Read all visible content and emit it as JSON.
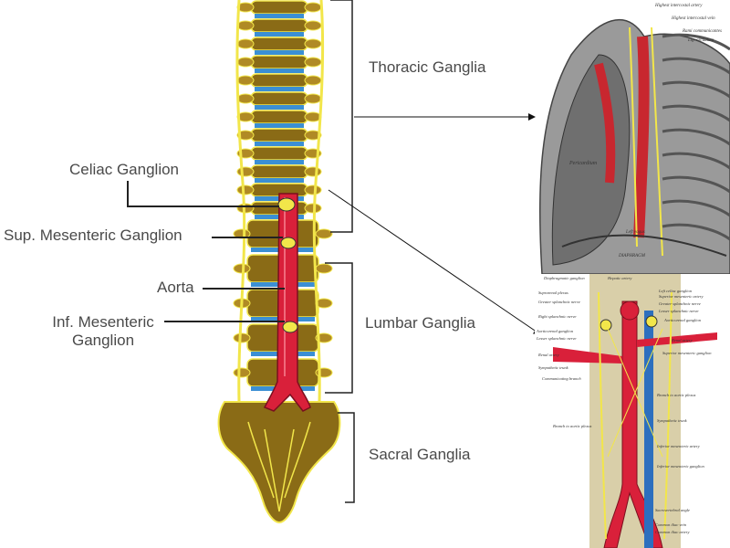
{
  "labels": {
    "thoracic": "Thoracic Ganglia",
    "lumbar": "Lumbar Ganglia",
    "sacral": "Sacral Ganglia",
    "celiac": "Celiac Ganglion",
    "sup_mesenteric": "Sup. Mesenteric Ganglion",
    "aorta": "Aorta",
    "inf_mesenteric_line1": "Inf. Mesenteric",
    "inf_mesenteric_line2": "Ganglion"
  },
  "thoracic_inset": {
    "labels": [
      "Highest intercostal artery",
      "Highest intercostal vein",
      "Rami communicantes",
      "Lig. arcuatum",
      "Pericardium",
      "Left vagus",
      "DIAPHRAGM"
    ]
  },
  "abdominal_inset": {
    "left_labels": [
      "Diaphragmatic ganglion",
      "Suprarenal plexus",
      "Greater splanchnic nerve",
      "Right splanchnic nerve",
      "Aorticorenal ganglion",
      "Lesser splanchnic nerve",
      "Renal artery",
      "Sympathetic trunk",
      "Communicating branch",
      "Branch to aortic plexus"
    ],
    "right_labels": [
      "Hepatic artery",
      "Left celiac ganglion",
      "Superior mesenteric artery",
      "Greater splanchnic nerve",
      "Lesser splanchnic nerve",
      "Aorticorenal ganglion",
      "Renal artery",
      "Superior mesenteric ganglion",
      "Branch to aortic plexus",
      "Sympathetic trunk",
      "Inferior mesenteric artery",
      "Inferior mesenteric ganglion",
      "Sacrovertebral angle",
      "Common iliac vein",
      "Common iliac artery"
    ]
  },
  "colors": {
    "bone": "#8a6b16",
    "bone_light": "#b08a25",
    "disc": "#3b8fd4",
    "nerve": "#f2e64a",
    "aorta": "#d9203a",
    "label_text": "#4a4a4a"
  }
}
